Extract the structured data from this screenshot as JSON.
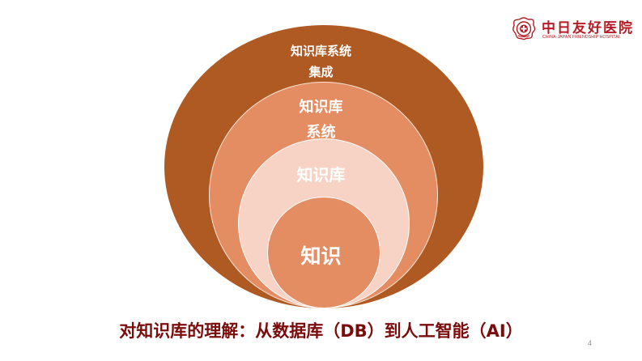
{
  "header": {
    "logo": {
      "icon": "hospital-emblem-icon",
      "name": "中日友好医院",
      "subtitle": "CHINA-JAPAN FRIENDSHIP HOSPITAL",
      "color": "#b51c24"
    }
  },
  "diagram": {
    "type": "nested-circles",
    "layers": [
      {
        "level": 1,
        "label_lines": [
          "知识库系统",
          "集成"
        ],
        "color": "#ae5a22"
      },
      {
        "level": 2,
        "label_lines": [
          "知识库",
          "系统"
        ],
        "color": "#e48d63"
      },
      {
        "level": 3,
        "label_lines": [
          "知识库"
        ],
        "color": "#f7d3c6"
      },
      {
        "level": 4,
        "label_lines": [
          "知识"
        ],
        "color": "#e48d63"
      }
    ]
  },
  "caption": {
    "text": "对知识库的理解：从数据库（DB）到人工智能（AI）",
    "color": "#7a0c0c"
  },
  "footer": {
    "page_number": "4"
  }
}
